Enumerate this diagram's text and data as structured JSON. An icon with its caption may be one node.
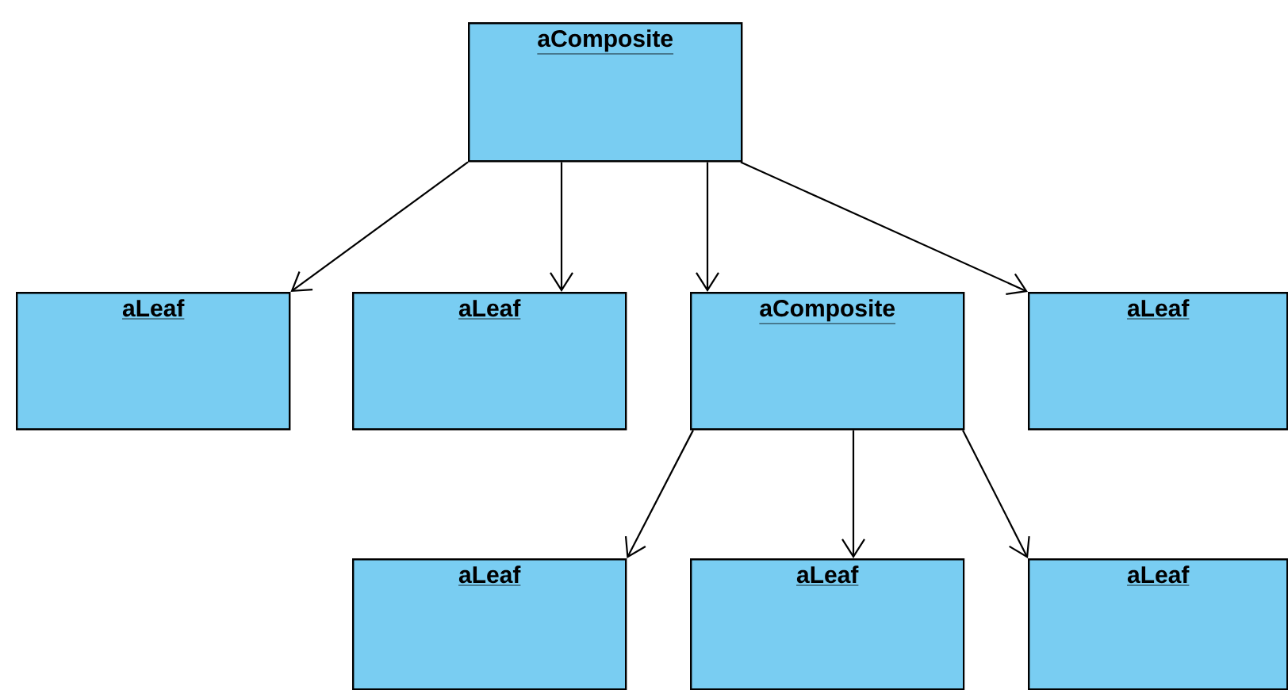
{
  "diagram": {
    "nodes": [
      {
        "text": [
          "aComposite"
        ]
      },
      {
        "text": [
          "aLeaf"
        ]
      },
      {
        "text": [
          "aLeaf"
        ]
      },
      {
        "text": [
          "aComposite"
        ]
      },
      {
        "text": [
          "aLeaf"
        ]
      },
      {
        "text": [
          "aLeaf"
        ]
      },
      {
        "text": [
          "aLeaf"
        ]
      },
      {
        "text": [
          "aLeaf"
        ]
      }
    ],
    "edges": [
      {
        "from": 0,
        "to": 1,
        "arrow": "to"
      },
      {
        "from": 0,
        "to": 2,
        "arrow": "to"
      },
      {
        "from": 0,
        "to": 3,
        "arrow": "to"
      },
      {
        "from": 0,
        "to": 4,
        "arrow": "to"
      },
      {
        "from": 3,
        "to": 5,
        "arrow": "to"
      },
      {
        "from": 3,
        "to": 6,
        "arrow": "to"
      },
      {
        "from": 3,
        "to": 7,
        "arrow": "to"
      }
    ]
  }
}
